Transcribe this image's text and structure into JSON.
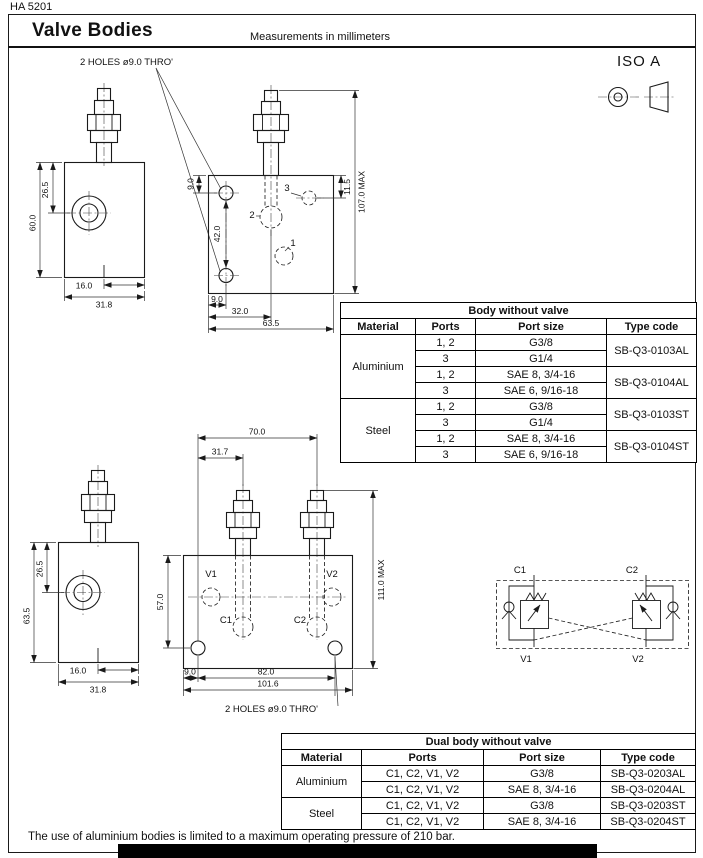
{
  "page": {
    "doc_number": "HA 5201",
    "title": "Valve Bodies",
    "subtitle": "Measurements in millimeters",
    "iso_label": "ISO A",
    "footnote": "The use of aluminium bodies is limited to a maximum operating pressure of 210 bar."
  },
  "single_drawing": {
    "holes_note": "2 HOLES ø9.0 THRO'",
    "side": {
      "height_to_port": "26.5",
      "height": "60.0",
      "step": "16.0",
      "width": "31.8"
    },
    "front": {
      "hole_top": "9.0",
      "hole_spacing": "42.0",
      "hole_left": "9.0",
      "port2_offset": "32.0",
      "width": "63.5",
      "port3_offset": "11.5",
      "height_max": "107.0 MAX",
      "port1": "1",
      "port2": "2",
      "port3": "3"
    }
  },
  "body_table": {
    "title": "Body without valve",
    "headers": [
      "Material",
      "Ports",
      "Port size",
      "Type code"
    ],
    "materials": [
      "Aluminium",
      "Steel"
    ],
    "rows": [
      {
        "ports": "1, 2",
        "size": "G3/8"
      },
      {
        "ports": "3",
        "size": "G1/4"
      },
      {
        "ports": "1, 2",
        "size": "SAE 8, 3/4-16"
      },
      {
        "ports": "3",
        "size": "SAE 6, 9/16-18"
      },
      {
        "ports": "1, 2",
        "size": "G3/8"
      },
      {
        "ports": "3",
        "size": "G1/4"
      },
      {
        "ports": "1, 2",
        "size": "SAE 8, 3/4-16"
      },
      {
        "ports": "3",
        "size": "SAE 6, 9/16-18"
      }
    ],
    "codes": [
      "SB-Q3-0103AL",
      "SB-Q3-0104AL",
      "SB-Q3-0103ST",
      "SB-Q3-0104ST"
    ]
  },
  "dual_drawing": {
    "holes_note": "2 HOLES ø9.0 THRO'",
    "side": {
      "height_to_port": "26.5",
      "height": "63.5",
      "step": "16.0",
      "width": "31.8"
    },
    "front": {
      "cartridge_spacing": "70.0",
      "cartridge_offset": "31.7",
      "port_height": "57.0",
      "height_max": "111.0 MAX",
      "hole_left": "9.0",
      "hole_spacing": "82.0",
      "width": "101.6",
      "v1": "V1",
      "v2": "V2",
      "c1": "C1",
      "c2": "C2"
    }
  },
  "schematic": {
    "c1": "C1",
    "c2": "C2",
    "v1": "V1",
    "v2": "V2"
  },
  "dual_table": {
    "title": "Dual body without valve",
    "headers": [
      "Material",
      "Ports",
      "Port size",
      "Type code"
    ],
    "materials": [
      "Aluminium",
      "Steel"
    ],
    "rows": [
      {
        "ports": "C1, C2, V1, V2",
        "size": "G3/8",
        "code": "SB-Q3-0203AL"
      },
      {
        "ports": "C1, C2, V1, V2",
        "size": "SAE 8, 3/4-16",
        "code": "SB-Q3-0204AL"
      },
      {
        "ports": "C1, C2, V1, V2",
        "size": "G3/8",
        "code": "SB-Q3-0203ST"
      },
      {
        "ports": "C1, C2, V1, V2",
        "size": "SAE 8, 3/4-16",
        "code": "SB-Q3-0204ST"
      }
    ]
  }
}
